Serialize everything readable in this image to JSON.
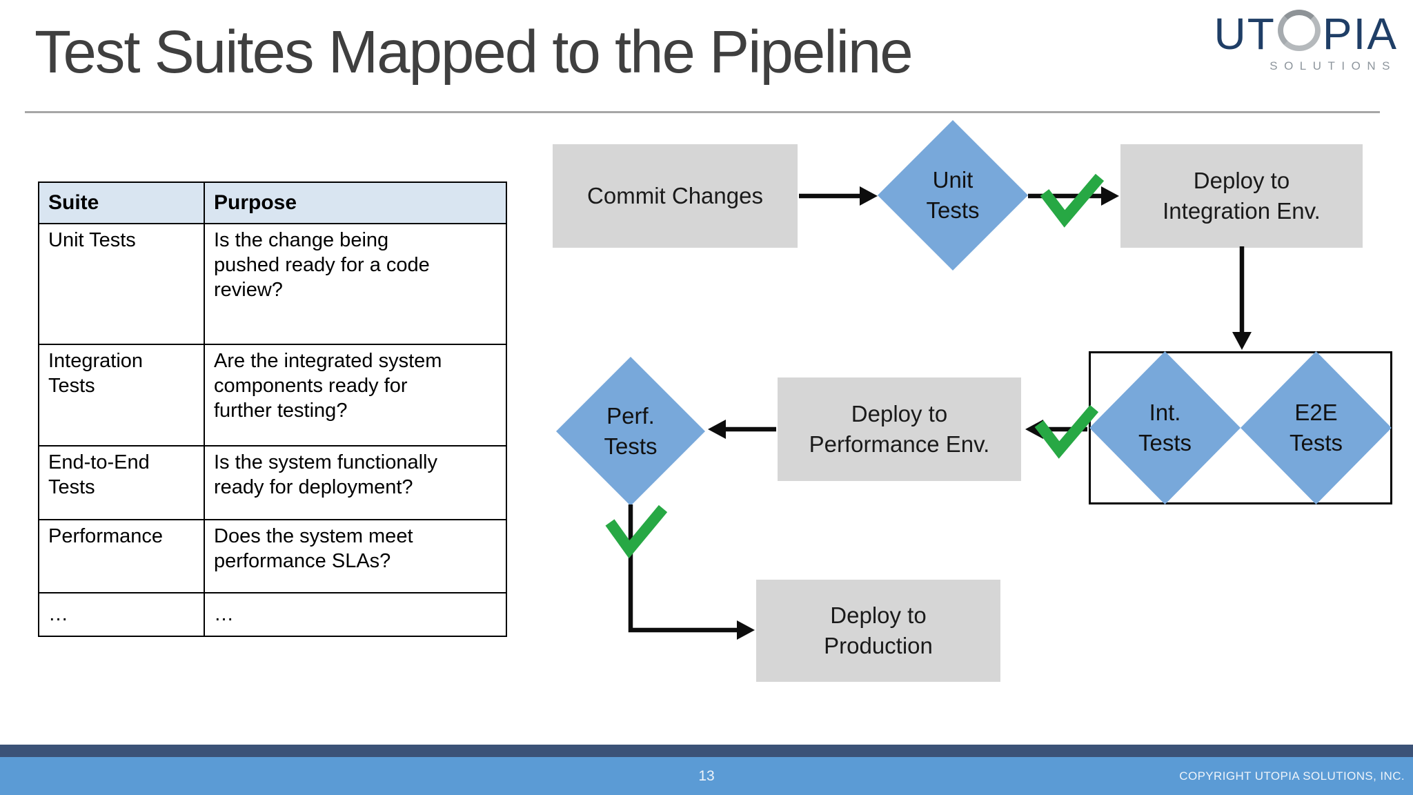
{
  "slide": {
    "title": "Test Suites Mapped to the Pipeline",
    "page_number": "13",
    "copyright": "COPYRIGHT UTOPIA SOLUTIONS, INC."
  },
  "logo": {
    "text_left": "UT",
    "text_right": "PIA",
    "subtext": "SOLUTIONS",
    "ring_icon": "letter-o-ring-icon",
    "navy": "#1f3e66",
    "gray": "#8d959c"
  },
  "table": {
    "headers": [
      "Suite",
      "Purpose"
    ],
    "rows": [
      [
        "Unit Tests",
        "Is the change being\npushed ready for a code\nreview?"
      ],
      [
        "Integration\nTests",
        "Are the integrated system\ncomponents ready for\nfurther testing?"
      ],
      [
        "End-to-End\nTests",
        "Is the system functionally\nready for deployment?"
      ],
      [
        "Performance",
        "Does the system meet\nperformance SLAs?"
      ],
      [
        "…",
        "…"
      ]
    ],
    "header_bg": "#d9e5f1"
  },
  "flowchart": {
    "nodes": {
      "commit": "Commit Changes",
      "unit": "Unit\nTests",
      "deploy_integration": "Deploy to\nIntegration Env.",
      "int_tests": "Int.\nTests",
      "e2e_tests": "E2E\nTests",
      "deploy_performance": "Deploy to\nPerformance Env.",
      "perf_tests": "Perf.\nTests",
      "deploy_production": "Deploy to\nProduction"
    },
    "colors": {
      "diamond_blue": "#78a8da",
      "box_gray": "#d6d6d6",
      "check_green": "#27a844",
      "arrow_black": "#0d0d0d"
    }
  },
  "footer": {
    "bar_navy": "#3b5277",
    "bar_blue": "#5b9bd5"
  }
}
